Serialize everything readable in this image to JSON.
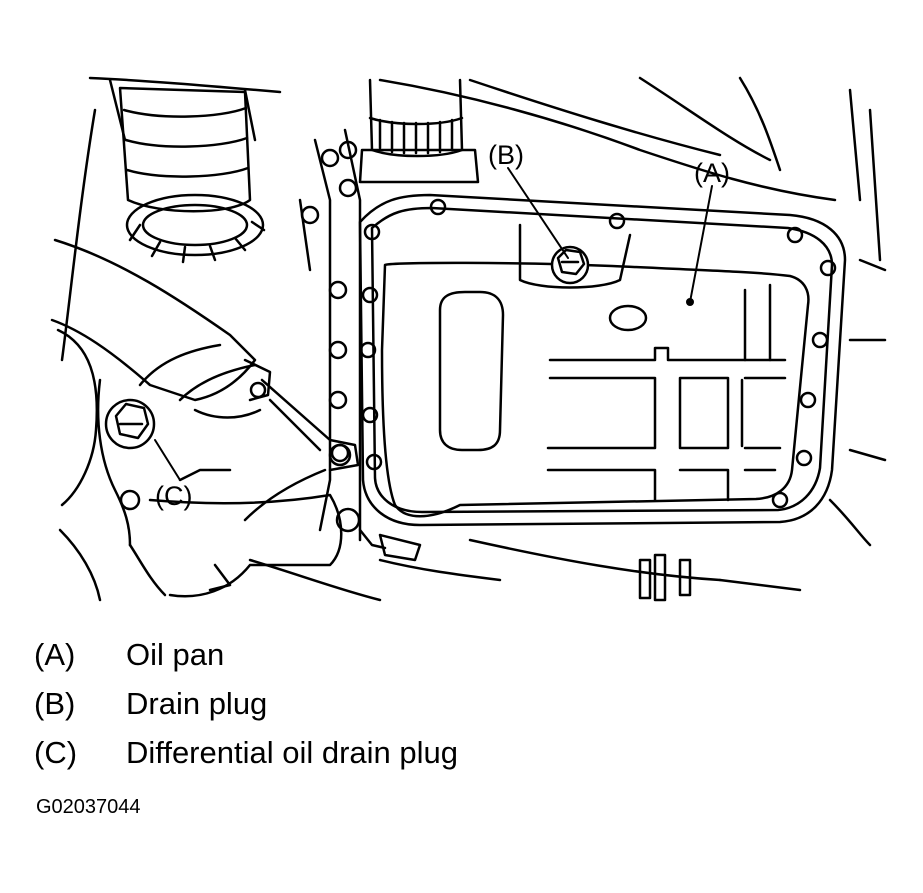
{
  "callouts": {
    "a": "(A)",
    "b": "(B)",
    "c": "(C)"
  },
  "legend": [
    {
      "key": "(A)",
      "text": "Oil pan"
    },
    {
      "key": "(B)",
      "text": "Drain plug"
    },
    {
      "key": "(C)",
      "text": "Differential oil drain plug"
    }
  ],
  "figure_code": "G02037044"
}
